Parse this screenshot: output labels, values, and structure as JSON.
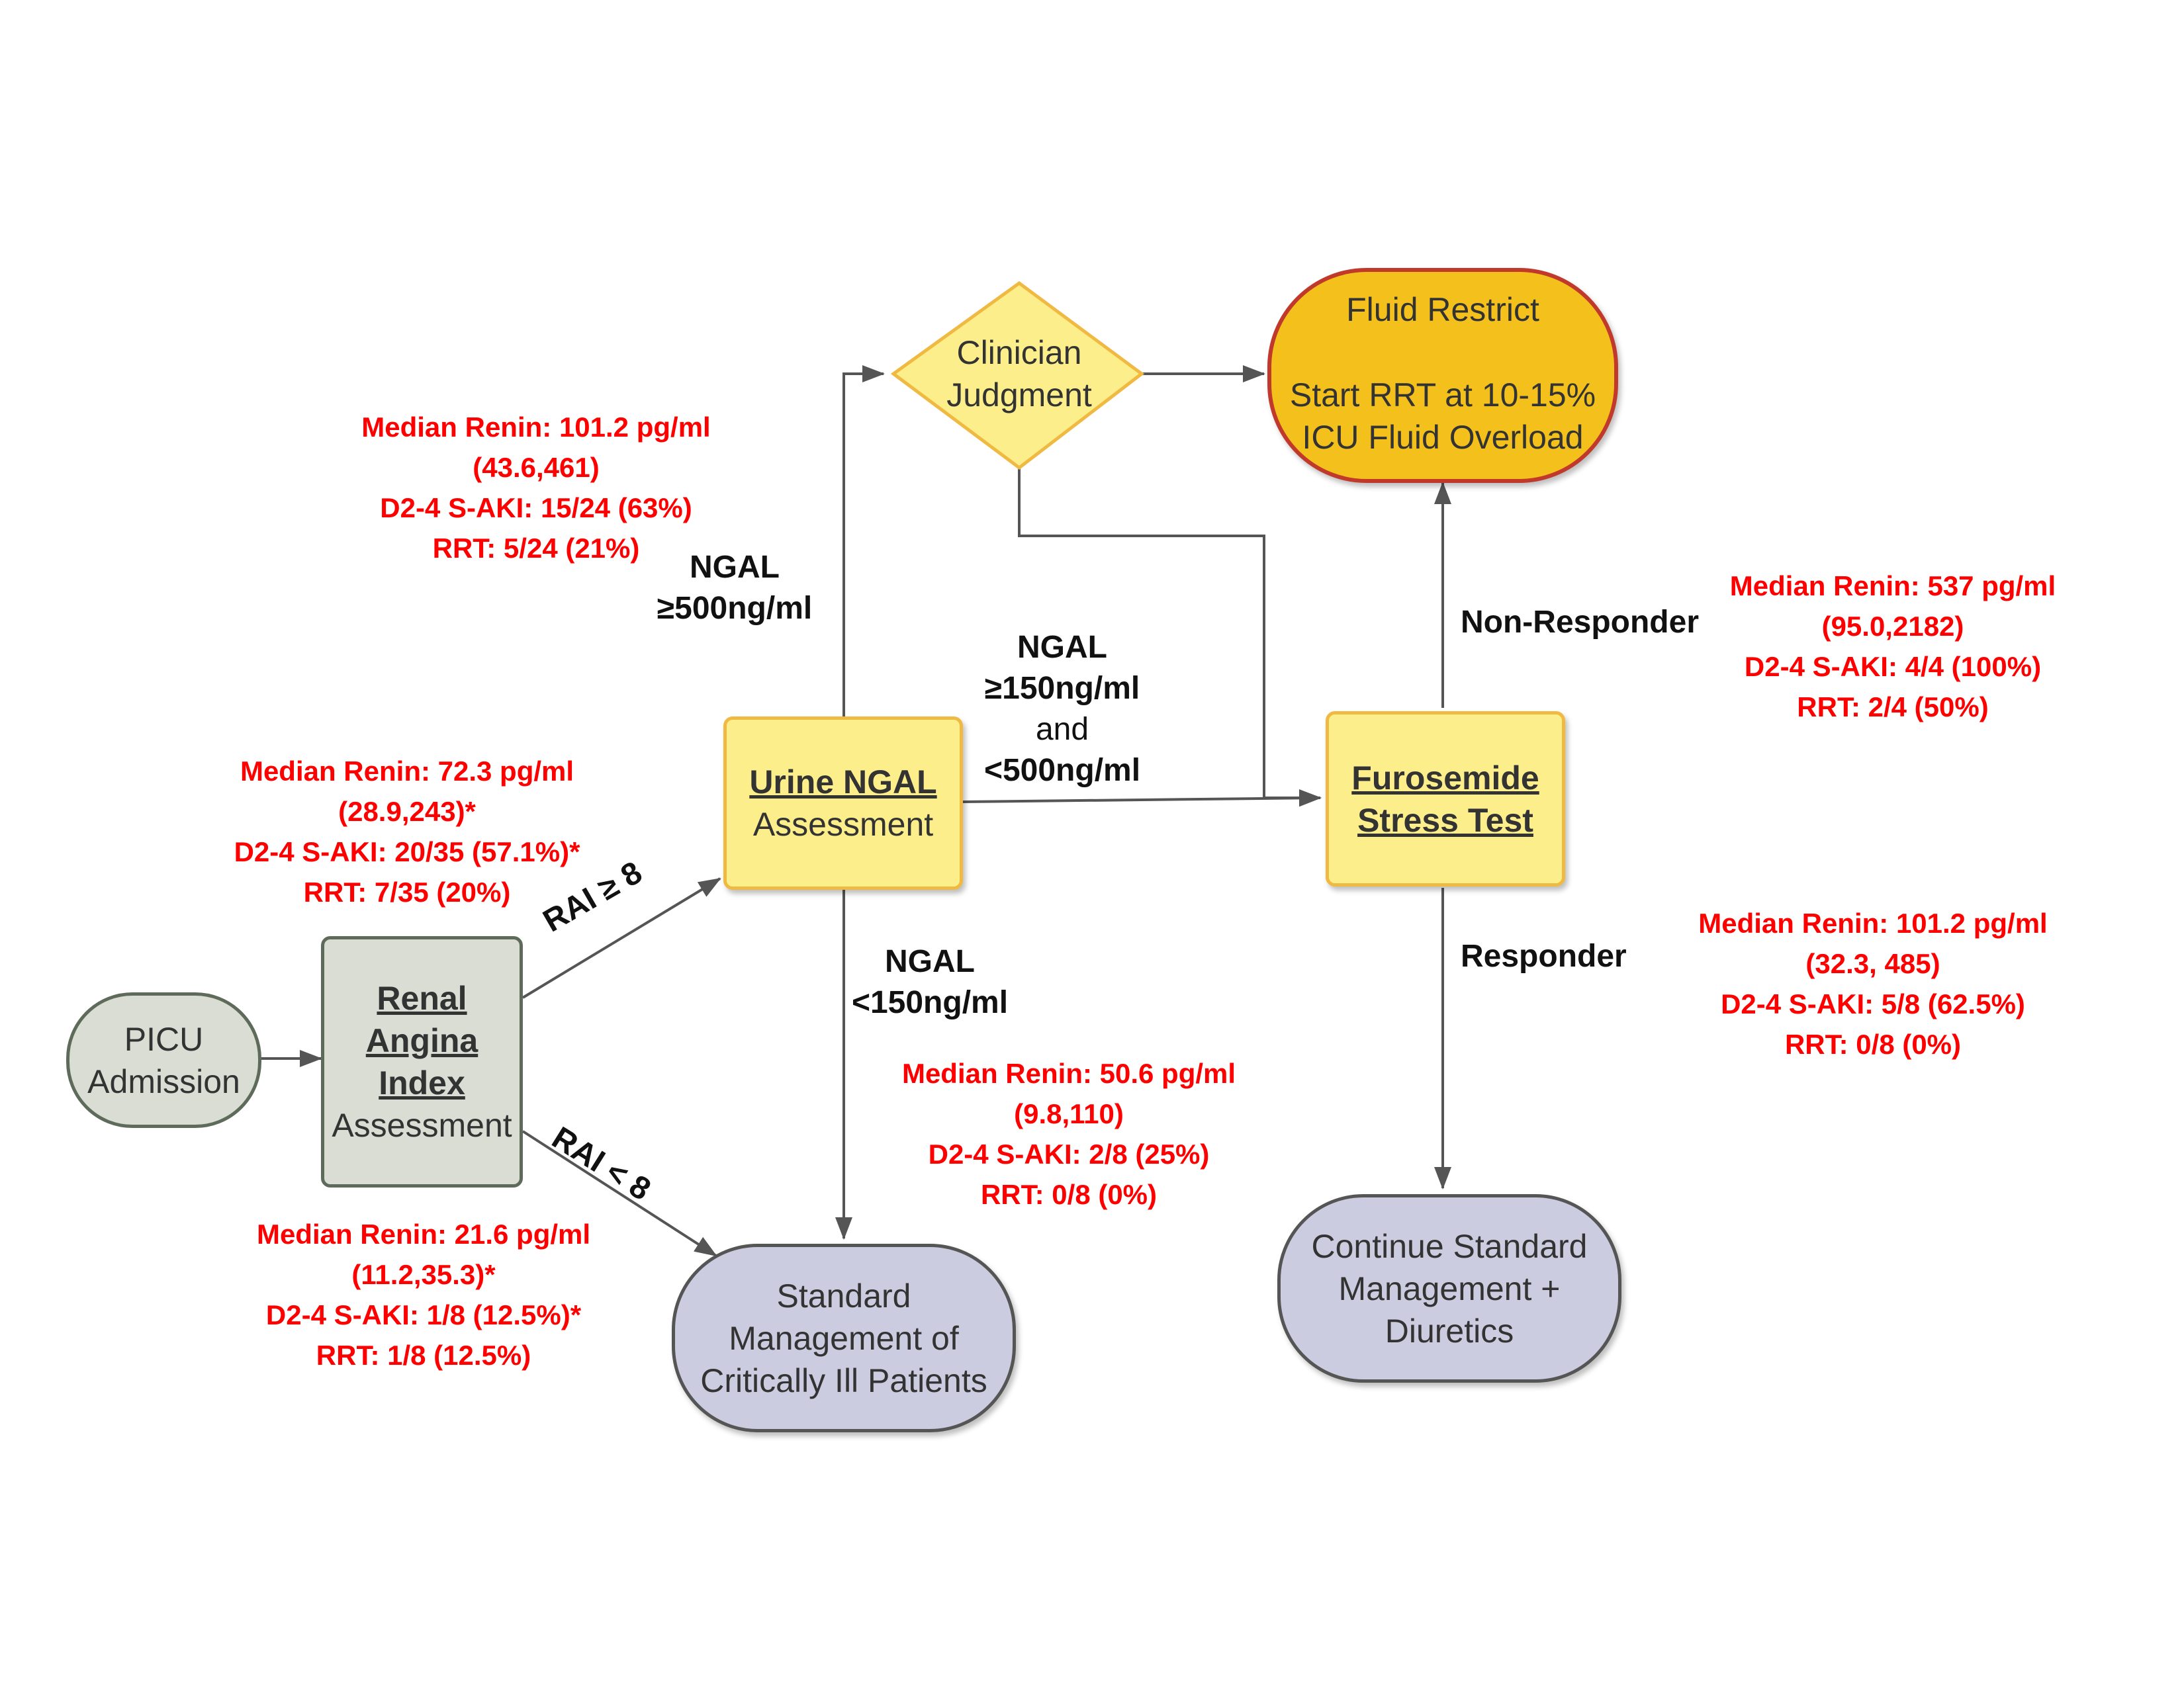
{
  "nodes": {
    "picu": [
      "PICU",
      "Admission"
    ],
    "rai": {
      "title_lines": [
        "Renal",
        "Angina",
        "Index"
      ],
      "subtitle": "Assessment"
    },
    "ngal_assessment": {
      "title": "Urine NGAL",
      "subtitle": "Assessment"
    },
    "clinician": [
      "Clinician",
      "Judgment"
    ],
    "fluid_restrict": {
      "title": "Fluid Restrict",
      "lines": [
        "Start RRT at 10-15%",
        "ICU Fluid Overload"
      ]
    },
    "fst": {
      "title_lines": [
        "Furosemide",
        "Stress Test"
      ]
    },
    "standard": [
      "Standard",
      "Management of",
      "Critically Ill Patients"
    ],
    "continue": [
      "Continue Standard",
      "Management +",
      "Diuretics"
    ]
  },
  "edge_labels": {
    "rai_high": "RAI ≥ 8",
    "rai_low": "RAI < 8",
    "ngal_high": [
      "NGAL",
      "≥500ng/ml"
    ],
    "ngal_mid": [
      "NGAL",
      "≥150ng/ml",
      "and",
      "<500ng/ml"
    ],
    "ngal_low": [
      "NGAL",
      "<150ng/ml"
    ],
    "non_responder": "Non-Responder",
    "responder": "Responder"
  },
  "stats": {
    "ngal_high": [
      "Median Renin: 101.2 pg/ml",
      "(43.6,461)",
      "D2-4 S-AKI: 15/24 (63%)",
      "RRT: 5/24 (21%)"
    ],
    "rai_high": [
      "Median Renin: 72.3 pg/ml",
      "(28.9,243)*",
      "D2-4 S-AKI: 20/35 (57.1%)*",
      "RRT: 7/35 (20%)"
    ],
    "rai_low": [
      "Median Renin: 21.6 pg/ml",
      "(11.2,35.3)*",
      "D2-4 S-AKI: 1/8 (12.5%)*",
      "RRT: 1/8 (12.5%)"
    ],
    "ngal_low": [
      "Median Renin: 50.6 pg/ml",
      "(9.8,110)",
      "D2-4 S-AKI: 2/8 (25%)",
      "RRT: 0/8 (0%)"
    ],
    "non_responder": [
      "Median Renin: 537 pg/ml",
      "(95.0,2182)",
      "D2-4 S-AKI: 4/4 (100%)",
      "RRT: 2/4 (50%)"
    ],
    "responder": [
      "Median Renin: 101.2 pg/ml",
      "(32.3, 485)",
      "D2-4 S-AKI: 5/8 (62.5%)",
      "RRT: 0/8 (0%)"
    ]
  },
  "colors": {
    "stat_text": "#ff0000",
    "grey_fill": "#d9ddd4",
    "yellow_fill": "#fcee8a",
    "orange_fill": "#f4c01c",
    "lavender_fill": "#cccce0",
    "arrow": "#555555"
  }
}
